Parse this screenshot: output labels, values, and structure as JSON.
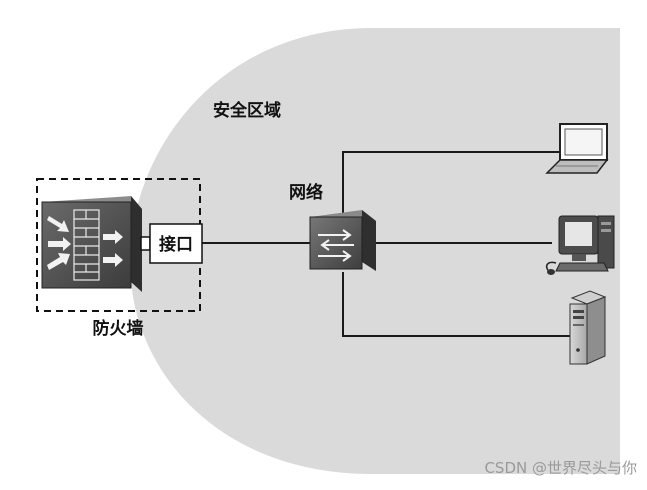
{
  "diagram": {
    "zone_label": "安全区域",
    "network_label": "网络",
    "interface_label": "接口",
    "firewall_label": "防火墙",
    "watermark": "CSDN @世界尽头与你"
  },
  "colors": {
    "zone_fill": "#dadada",
    "line": "#1a1a1a",
    "device_dark": "#4a4a4a"
  },
  "icons": [
    "firewall-icon",
    "switch-icon",
    "laptop-icon",
    "desktop-pc-icon",
    "server-tower-icon"
  ]
}
